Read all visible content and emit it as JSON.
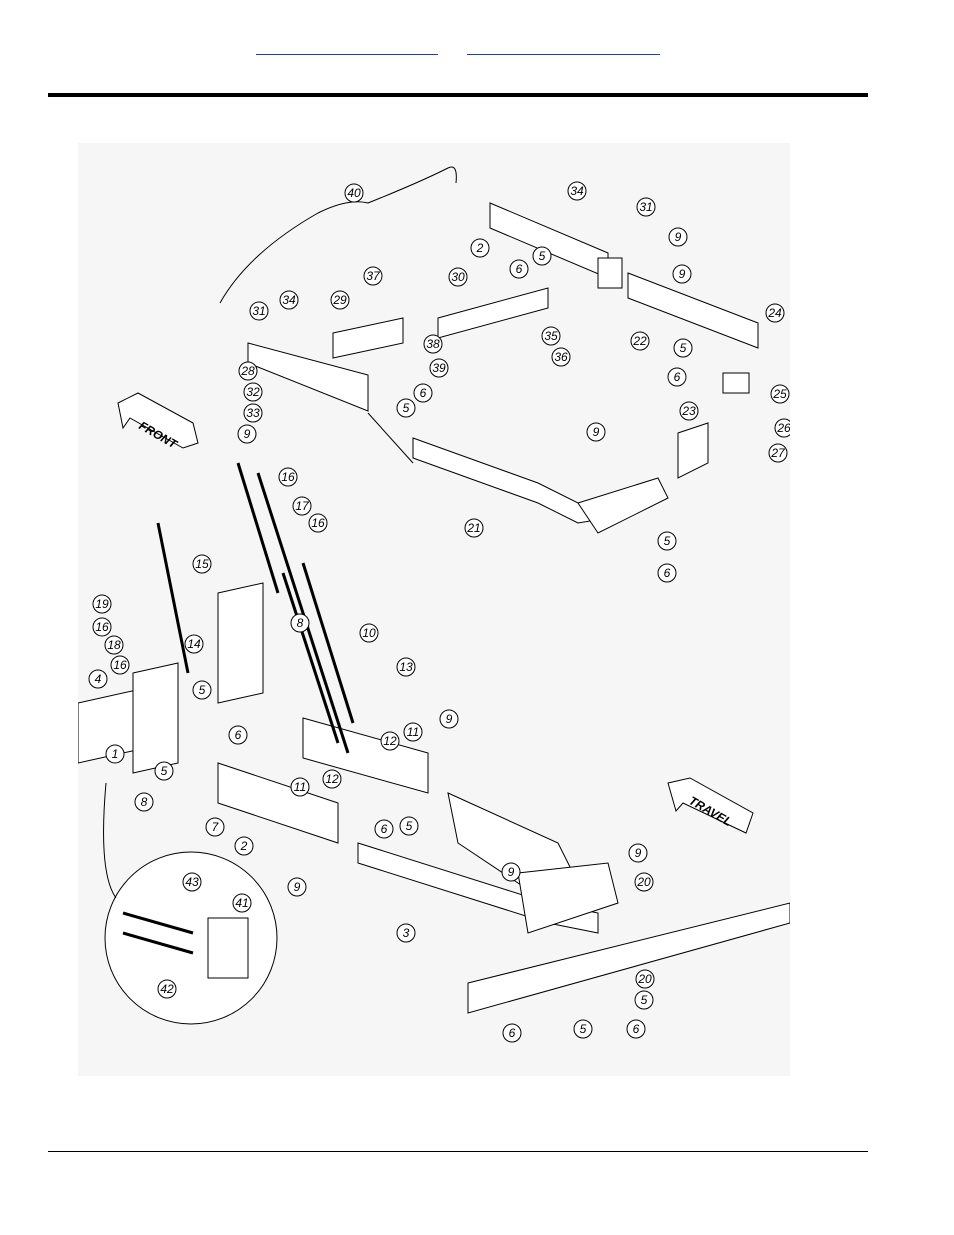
{
  "header": {
    "links": [
      "",
      ""
    ]
  },
  "figure": {
    "labels": {
      "front": "FRONT",
      "travel": "TRAVEL"
    },
    "callouts": [
      "1",
      "2",
      "3",
      "4",
      "5",
      "6",
      "7",
      "8",
      "9",
      "10",
      "11",
      "12",
      "13",
      "14",
      "15",
      "16",
      "17",
      "18",
      "19",
      "20",
      "21",
      "22",
      "23",
      "24",
      "25",
      "26",
      "27",
      "28",
      "29",
      "30",
      "31",
      "32",
      "33",
      "34",
      "35",
      "36",
      "37",
      "38",
      "39",
      "40",
      "41",
      "42",
      "43"
    ]
  }
}
